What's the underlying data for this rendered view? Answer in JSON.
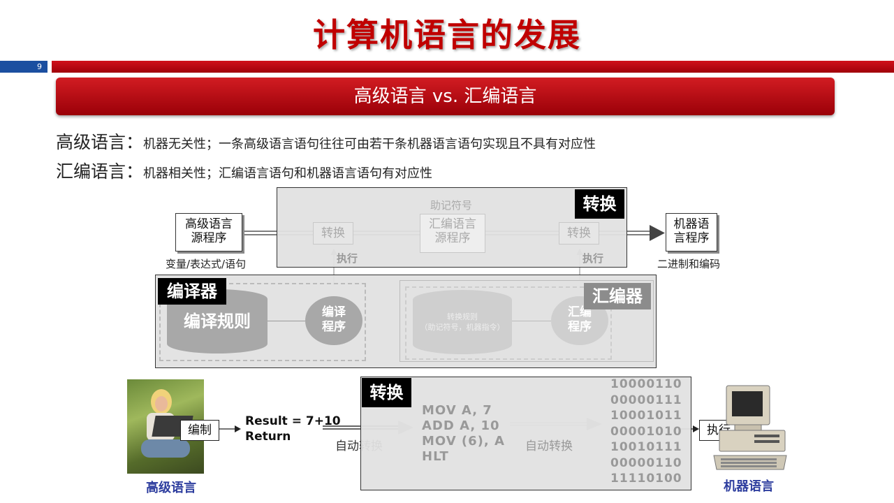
{
  "slide": {
    "title": "计算机语言的发展",
    "page_number": "9",
    "banner": "高级语言 vs. 汇编语言"
  },
  "text": {
    "line1_term": "高级语言：",
    "line1_desc": "机器无关性；一条高级语言语句往往可由若干条机器语言语句实现且不具有对应性",
    "line2_term": "汇编语言：",
    "line2_desc": "机器相关性；汇编语言语句和机器语言语句有对应性"
  },
  "diagram": {
    "source_doc": [
      "高级语言",
      "源程序"
    ],
    "source_caption": "变量/表达式/语句",
    "mnemonic_label": "助记符号",
    "convert_btn": "转换",
    "asm_doc": [
      "汇编语言",
      "源程序"
    ],
    "convert_tag": "转换",
    "exec_label": "执行",
    "machine_doc": [
      "机器语",
      "言程序"
    ],
    "machine_caption": "二进制和编码",
    "compiler_tag": "编译器",
    "compile_rules": "编译规则",
    "compile_program": [
      "编译",
      "程序"
    ],
    "assembler_tag": "汇编器",
    "convert_rules": [
      "转换规则",
      "（助记符号，机器指令）"
    ],
    "asm_program": [
      "汇编",
      "程序"
    ]
  },
  "bottom": {
    "highlevel_caption": "高级语言",
    "edit_label": "编制",
    "code_lines": [
      "Result = 7+10",
      "Return"
    ],
    "auto_convert": "自动转换",
    "convert_tag": "转换",
    "asm_lines": [
      "MOV  A,  7",
      "ADD  A,  10",
      "MOV  (6),  A",
      "HLT"
    ],
    "binary": [
      "10000110",
      "00000111",
      "10001011",
      "00001010",
      "10010111",
      "00000110",
      "11110100"
    ],
    "exec_label": "执行",
    "machine_caption": "机器语言"
  },
  "colors": {
    "title_red": "#c00000",
    "banner_red": "#b8000c",
    "page_blue": "#1b4fa0",
    "caption_blue": "#2d3d9e"
  }
}
